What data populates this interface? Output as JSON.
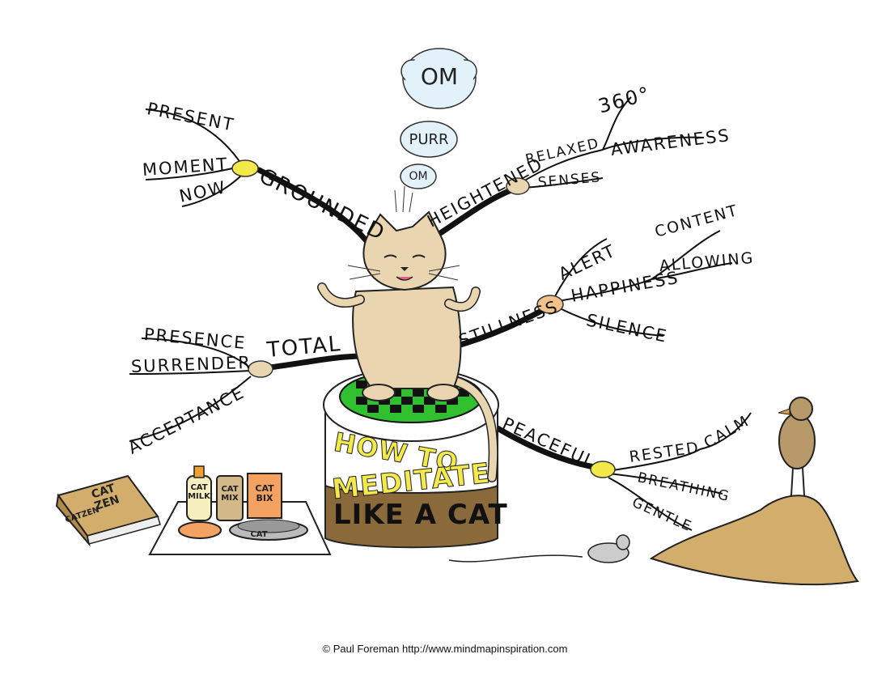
{
  "thoughts": {
    "om_big": "OM",
    "purr": "PURR",
    "om_small": "OM"
  },
  "center": {
    "line1": "HOW TO",
    "line2": "MEDITATE",
    "line3": "LIKE A CAT"
  },
  "branches": {
    "grounded": {
      "label": "GROUNDED",
      "subs": [
        "PRESENT",
        "MOMENT",
        "NOW"
      ]
    },
    "heightened": {
      "label": "HEIGHTENED",
      "subs": [
        "RELAXED",
        "SENSES",
        "360°",
        "AWARENESS"
      ]
    },
    "stillness": {
      "label": "STILLNESS",
      "subs": [
        "ALERT",
        "HAPPINESS",
        "SILENCE",
        "CONTENT",
        "ALLOWING"
      ]
    },
    "total": {
      "label": "TOTAL",
      "subs": [
        "PRESENCE",
        "SURRENDER",
        "ACCEPTANCE"
      ]
    },
    "peaceful": {
      "label": "PEACEFUL",
      "subs": [
        "RESTED",
        "CALM",
        "BREATHING",
        "GENTLE"
      ]
    }
  },
  "items": {
    "book_cover": "CAT ZEN",
    "book_spine": "CATZEN",
    "milk": "CAT MILK",
    "mix": "CAT MIX",
    "bix": "CAT BIX",
    "bowl": "CAT"
  },
  "copyright": "© Paul Foreman http://www.mindmapinspiration.com",
  "colors": {
    "cat_fur": "#e9d6b0",
    "checker_green": "#2fbf2f",
    "cushion_base": "#8a6a3a",
    "cloud_fill": "#e3f1fa",
    "mound": "#d3ad6b",
    "text_yellow": "#f4e94a"
  }
}
